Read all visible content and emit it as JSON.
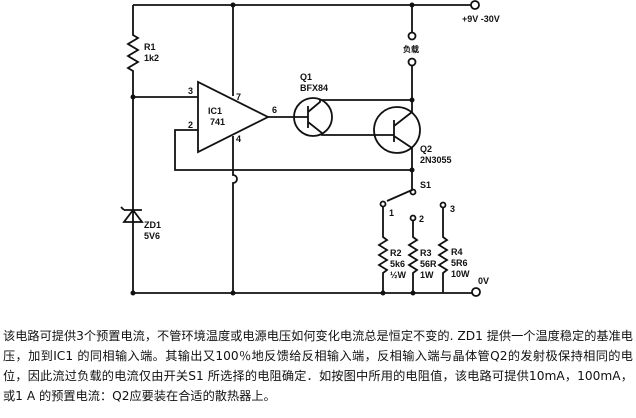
{
  "circuit": {
    "supply_label": "+9V -30V",
    "ground_label": "0V",
    "load_label": "负载",
    "r1": {
      "name": "R1",
      "value": "1k2"
    },
    "zd1": {
      "name": "ZD1",
      "value": "5V6"
    },
    "ic1": {
      "name": "IC1",
      "value": "741",
      "pins": [
        "3",
        "2",
        "7",
        "4",
        "6"
      ]
    },
    "q1": {
      "name": "Q1",
      "value": "BFX84"
    },
    "q2": {
      "name": "Q2",
      "value": "2N3055"
    },
    "s1": {
      "name": "S1",
      "positions": [
        "1",
        "2",
        "3"
      ]
    },
    "r2": {
      "name": "R2",
      "value": "5k6",
      "power": "½W"
    },
    "r3": {
      "name": "R3",
      "value": "56R",
      "power": "1W"
    },
    "r4": {
      "name": "R4",
      "value": "5R6",
      "power": "10W"
    }
  },
  "description": "该电路可提供3个预置电流，不管环境温度或电源电压如何变化电流总是恒定不变的. ZD1 提供一个温度稳定的基准电压，加到IC1 的同相输入端。其输出又100％地反馈给反相输入端，反相输入端与晶体管Q2的发射极保持相同的电位，因此流过负载的电流仅由开关S1 所选择的电阻确定．如按图中所用的电阻值，该电路可提供10mA，100mA，或1 A 的预置电流：Q2应要装在合适的散热器上。"
}
